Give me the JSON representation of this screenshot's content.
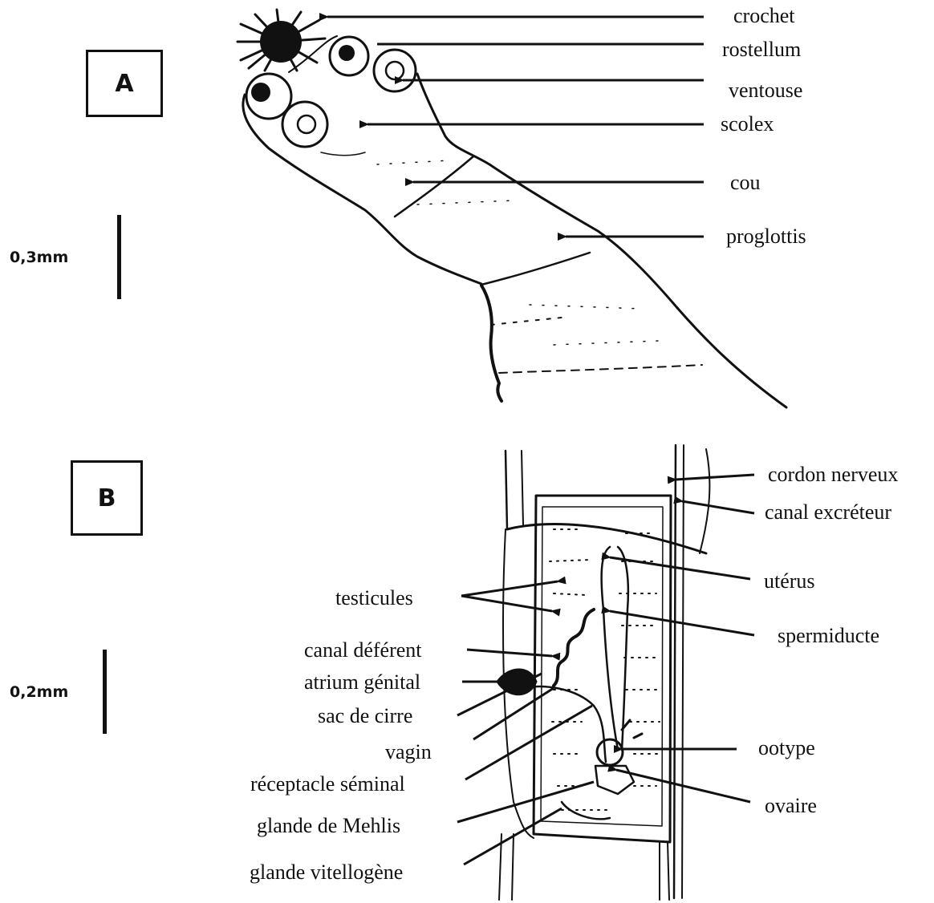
{
  "panel_a": {
    "tag": "A",
    "scale": "0,3mm",
    "labels": {
      "crochet": "crochet",
      "rostellum": "rostellum",
      "ventouse": "ventouse",
      "scolex": "scolex",
      "cou": "cou",
      "proglottis": "proglottis"
    }
  },
  "panel_b": {
    "tag": "B",
    "scale": "0,2mm",
    "labels": {
      "cordon_nerveux": "cordon nerveux",
      "canal_excreteur": "canal excréteur",
      "uterus": "utérus",
      "spermiducte": "spermiducte",
      "ootype": "ootype",
      "ovaire": "ovaire",
      "testicules": "testicules",
      "canal_deferent": "canal déférent",
      "atrium_genital": "atrium génital",
      "sac_de_cirre": "sac de cirre",
      "vagin": "vagin",
      "receptacle_seminal": "réceptacle séminal",
      "glande_de_mehlis": "glande de Mehlis",
      "glande_vitellogene": "glande vitellogène"
    }
  }
}
